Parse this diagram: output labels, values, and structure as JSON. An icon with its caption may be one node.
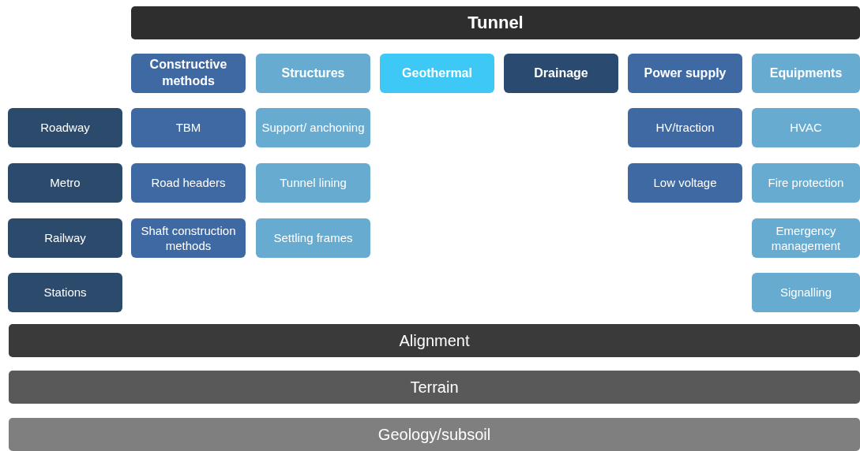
{
  "diagram": {
    "nodes": [
      {
        "text": [
          "Tunnel"
        ]
      },
      {
        "text": [
          "Constructive methods"
        ]
      },
      {
        "text": [
          "Structures"
        ]
      },
      {
        "text": [
          "Geothermal"
        ]
      },
      {
        "text": [
          "Drainage"
        ]
      },
      {
        "text": [
          "Power supply"
        ]
      },
      {
        "text": [
          "Equipments"
        ]
      },
      {
        "text": [
          "Roadway"
        ]
      },
      {
        "text": [
          "TBM"
        ]
      },
      {
        "text": [
          "Support/ anchoning"
        ]
      },
      {
        "text": [
          "HV/traction"
        ]
      },
      {
        "text": [
          "HVAC"
        ]
      },
      {
        "text": [
          "Metro"
        ]
      },
      {
        "text": [
          "Road headers"
        ]
      },
      {
        "text": [
          "Tunnel lining"
        ]
      },
      {
        "text": [
          "Low voltage"
        ]
      },
      {
        "text": [
          "Fire protection"
        ]
      },
      {
        "text": [
          "Railway"
        ]
      },
      {
        "text": [
          "Shaft construction methods"
        ]
      },
      {
        "text": [
          "Settling frames"
        ]
      },
      {
        "text": [
          "Emergency management"
        ]
      },
      {
        "text": [
          "Stations"
        ]
      },
      {
        "text": [
          "Signalling"
        ]
      },
      {
        "text": [
          "Alignment"
        ]
      },
      {
        "text": [
          "Terrain"
        ]
      },
      {
        "text": [
          "Geology/subsoil"
        ]
      }
    ]
  }
}
